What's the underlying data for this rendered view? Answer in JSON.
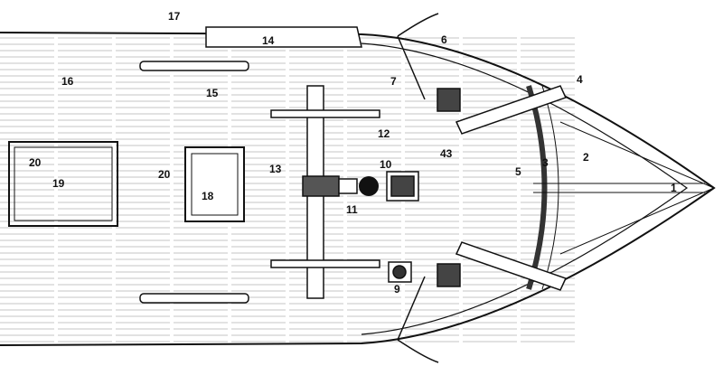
{
  "title": "Deck plan drawing",
  "colors": {
    "ink": "#111111",
    "planking": "#8a8a8a",
    "paper": "#ffffff"
  },
  "callouts": [
    "17",
    "14",
    "6",
    "16",
    "15",
    "7",
    "4",
    "12",
    "2",
    "3",
    "5",
    "13",
    "10",
    "43",
    "20",
    "20",
    "19",
    "18",
    "11",
    "9",
    "1"
  ]
}
